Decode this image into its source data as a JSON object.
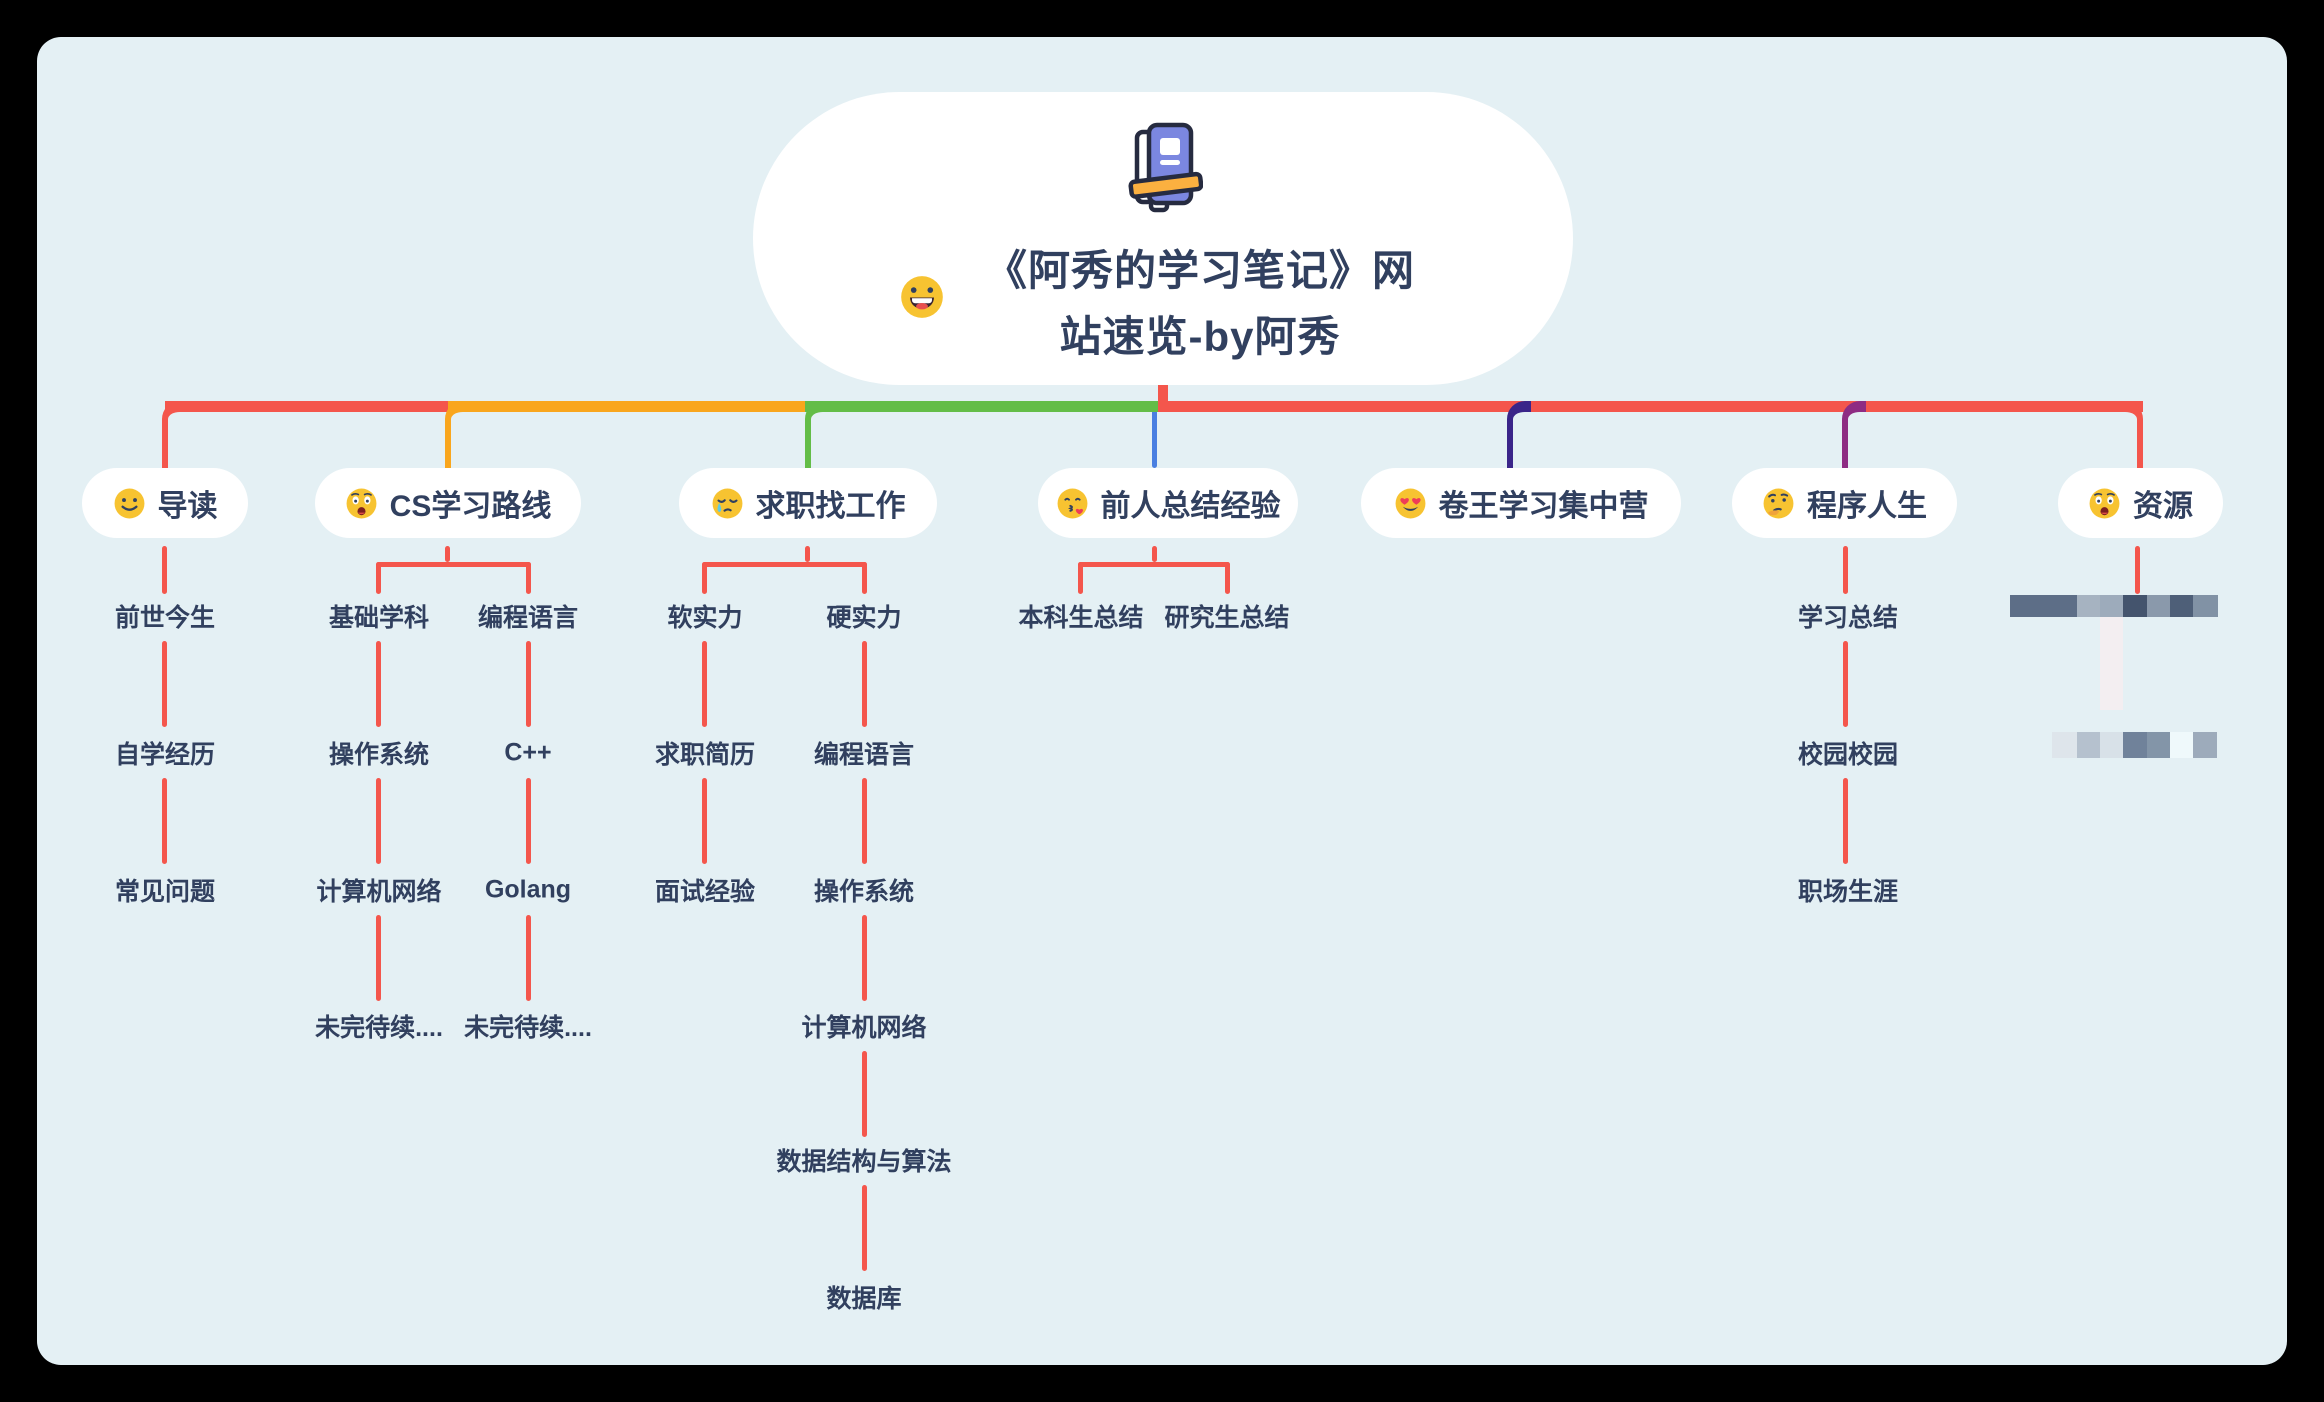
{
  "colors": {
    "background": "#000000",
    "canvas": "#e4f0f4",
    "node_bg": "#ffffff",
    "text": "#31405f",
    "red": "#f4564c",
    "orange": "#f9a61d",
    "green": "#63bd47",
    "blue": "#4a7fe1",
    "indigo": "#3a2589",
    "purple": "#8e2c83",
    "emoji_yellow": "#f7c331"
  },
  "root": {
    "icon": "notebook-icon",
    "emoji": "grinning-face",
    "title_line1": "《阿秀的学习笔记》网",
    "title_line2": "站速览-by阿秀",
    "line_color": "red"
  },
  "branches": [
    {
      "label": "导读",
      "emoji": "slightly-smiling-face",
      "color": "red",
      "children": [
        "前世今生",
        "自学经历",
        "常见问题"
      ]
    },
    {
      "label": "CS学习路线",
      "emoji": "astonished-face",
      "color": "orange",
      "col_left": [
        "基础学科",
        "操作系统",
        "计算机网络",
        "未完待续...."
      ],
      "col_right": [
        "编程语言",
        "C++",
        "Golang",
        "未完待续...."
      ]
    },
    {
      "label": "求职找工作",
      "emoji": "sleepy-face",
      "color": "green",
      "col_left": [
        "软实力",
        "求职简历",
        "面试经验"
      ],
      "col_right": [
        "硬实力",
        "编程语言",
        "操作系统",
        "计算机网络",
        "数据结构与算法",
        "数据库"
      ]
    },
    {
      "label": "前人总结经验",
      "emoji": "face-blowing-kiss",
      "color": "blue",
      "col_left": [
        "本科生总结"
      ],
      "col_right": [
        "研究生总结"
      ]
    },
    {
      "label": "卷王学习集中营",
      "emoji": "heart-eyes-face",
      "color": "indigo"
    },
    {
      "label": "程序人生",
      "emoji": "thinking-face",
      "color": "purple",
      "children": [
        "学习总结",
        "校园校园",
        "职场生涯"
      ]
    },
    {
      "label": "资源",
      "emoji": "astonished-face",
      "color": "red",
      "redacted": true
    }
  ],
  "redacted": {
    "strip": {
      "c": "#f3eef1"
    },
    "rows": [
      {
        "cells": [
          {
            "w": 67,
            "c": "#5d6e87"
          },
          {
            "w": 23,
            "c": "#a6b3c1"
          },
          {
            "w": 23,
            "c": "#9dabbb"
          },
          {
            "w": 24,
            "c": "#44546d"
          },
          {
            "w": 23,
            "c": "#8a99ab"
          },
          {
            "w": 23,
            "c": "#4e5f78"
          },
          {
            "w": 25,
            "c": "#8192a5"
          }
        ]
      },
      {
        "cells": [
          {
            "w": 25,
            "c": "#dee5eb"
          },
          {
            "w": 23,
            "c": "#b5c1ce"
          },
          {
            "w": 23,
            "c": "#d8e1e8"
          },
          {
            "w": 24,
            "c": "#70829a"
          },
          {
            "w": 23,
            "c": "#8395a8"
          },
          {
            "w": 23,
            "c": "#eff9fb"
          },
          {
            "w": 24,
            "c": "#9dabbb"
          }
        ]
      }
    ]
  }
}
